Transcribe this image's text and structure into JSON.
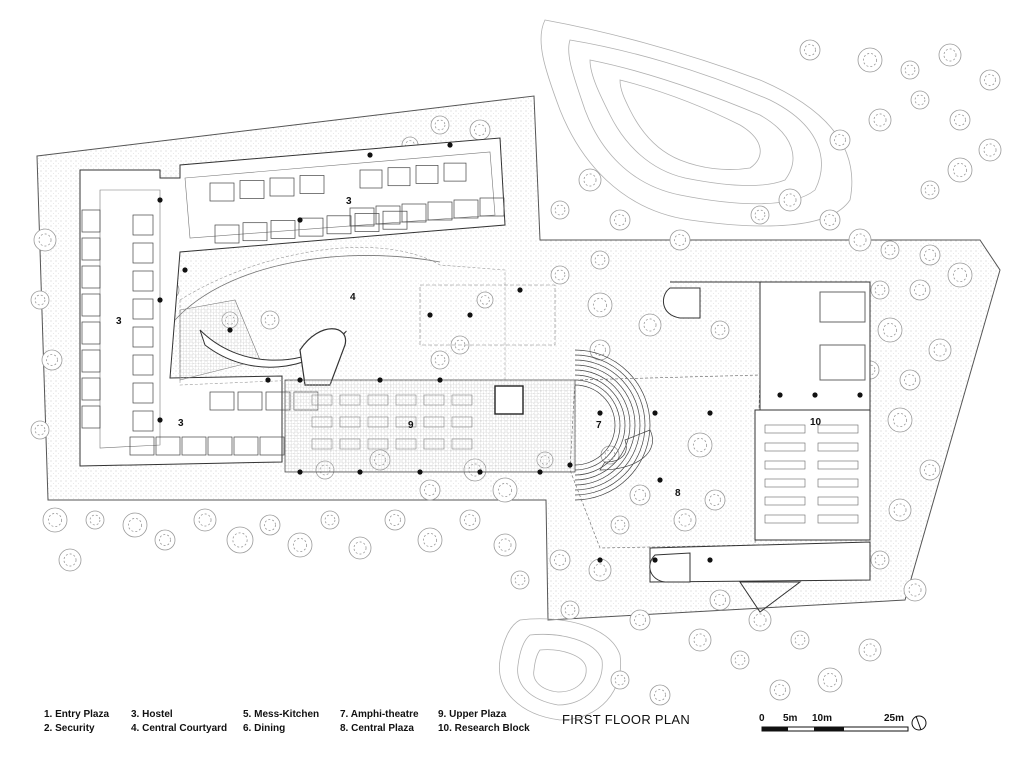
{
  "plan": {
    "title": "FIRST FLOOR PLAN",
    "room_labels": [
      "3",
      "3",
      "3",
      "4",
      "9",
      "7",
      "8",
      "10"
    ],
    "legend": [
      [
        "1. Entry Plaza",
        "2. Security"
      ],
      [
        "3. Hostel",
        "4. Central Courtyard"
      ],
      [
        "5. Mess-Kitchen",
        "6. Dining"
      ],
      [
        "7. Amphi-theatre",
        "8. Central Plaza"
      ],
      [
        "9. Upper Plaza",
        "10. Research Block"
      ]
    ],
    "scale": {
      "labels": [
        "0",
        "5m",
        "10m",
        "25m"
      ]
    },
    "north_icon": "north-arrow-icon",
    "colors": {
      "line": "#333333",
      "hatch": "#bdbdbd",
      "tree": "#9a9a9a"
    }
  }
}
